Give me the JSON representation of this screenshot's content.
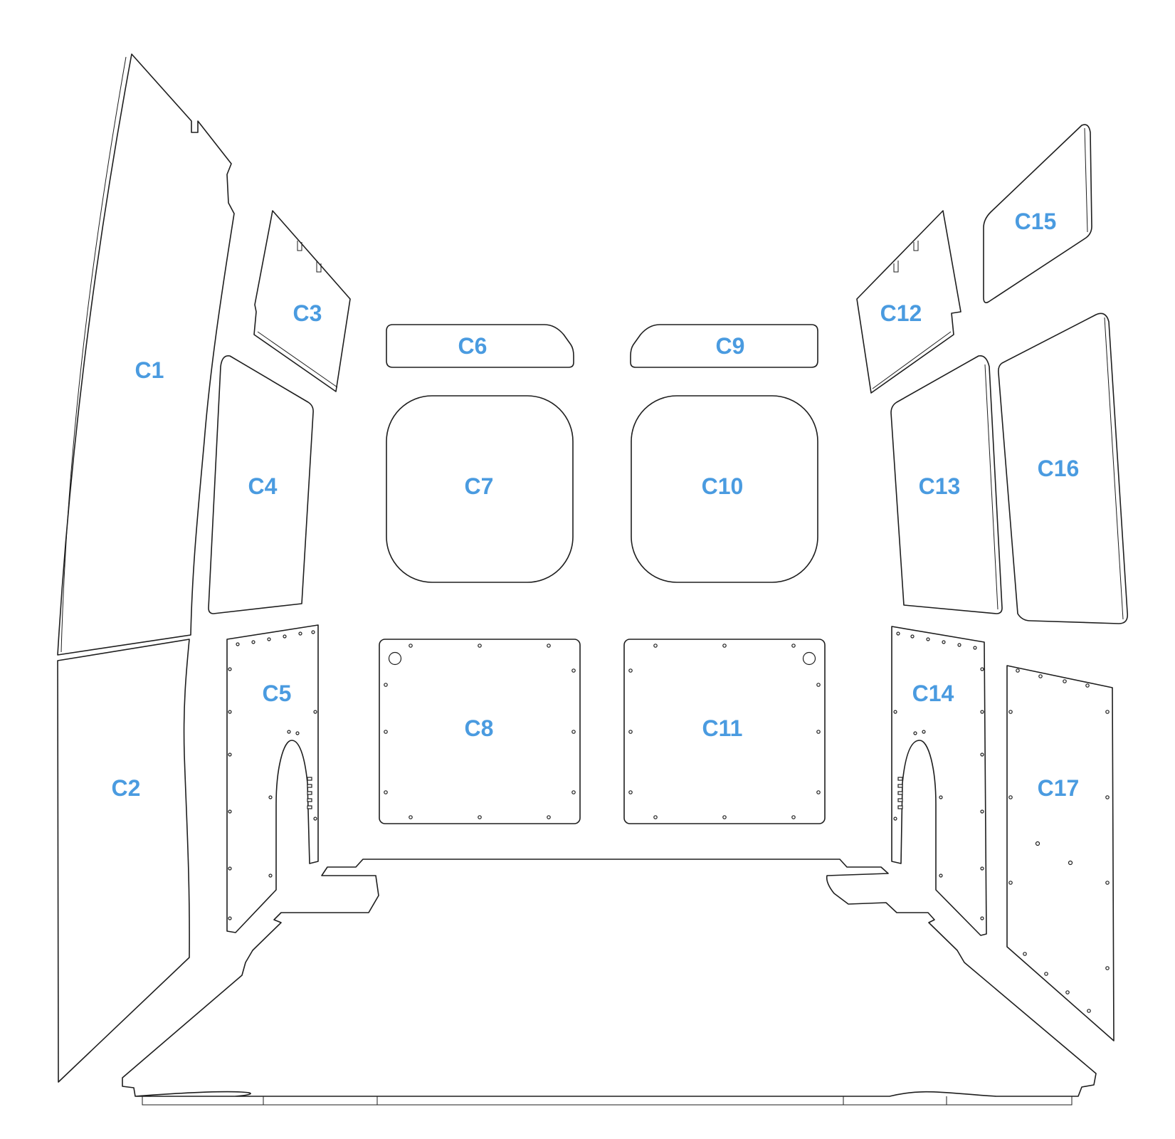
{
  "colors": {
    "label": "#4a9be0",
    "outline": "#1e1e1e",
    "background": "#ffffff"
  },
  "panels": [
    {
      "id": "c1",
      "label": "C1"
    },
    {
      "id": "c2",
      "label": "C2"
    },
    {
      "id": "c3",
      "label": "C3"
    },
    {
      "id": "c4",
      "label": "C4"
    },
    {
      "id": "c5",
      "label": "C5"
    },
    {
      "id": "c6",
      "label": "C6"
    },
    {
      "id": "c7",
      "label": "C7"
    },
    {
      "id": "c8",
      "label": "C8"
    },
    {
      "id": "c9",
      "label": "C9"
    },
    {
      "id": "c10",
      "label": "C10"
    },
    {
      "id": "c11",
      "label": "C11"
    },
    {
      "id": "c12",
      "label": "C12"
    },
    {
      "id": "c13",
      "label": "C13"
    },
    {
      "id": "c14",
      "label": "C14"
    },
    {
      "id": "c15",
      "label": "C15"
    },
    {
      "id": "c16",
      "label": "C16"
    },
    {
      "id": "c17",
      "label": "C17"
    }
  ]
}
